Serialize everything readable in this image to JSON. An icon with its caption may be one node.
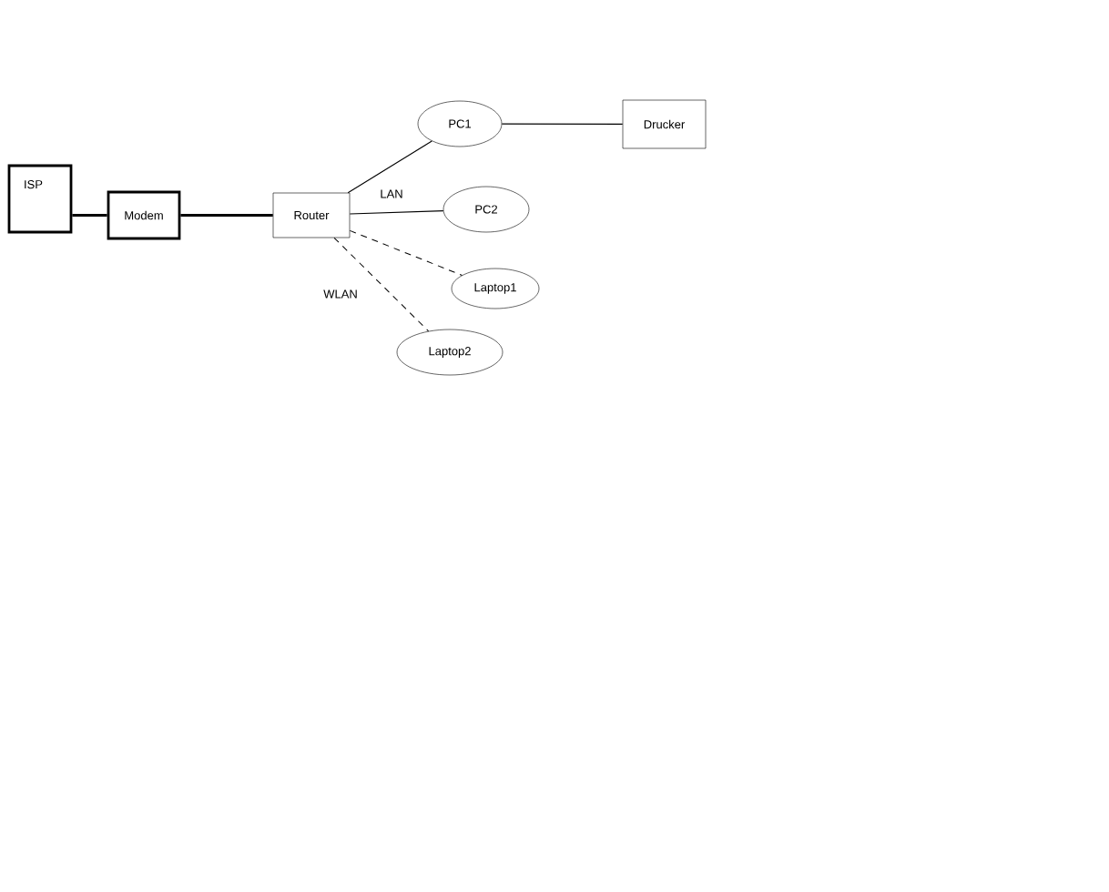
{
  "diagram": {
    "nodes": [
      {
        "text": [
          "ISP"
        ]
      },
      {
        "text": [
          "Modem"
        ]
      },
      {
        "text": [
          "Router"
        ]
      },
      {
        "text": [
          "PC1"
        ]
      },
      {
        "text": [
          "Drucker"
        ]
      },
      {
        "text": [
          "PC2"
        ]
      },
      {
        "text": [
          "Laptop1"
        ]
      },
      {
        "text": [
          "Laptop2"
        ]
      }
    ],
    "edges": [
      {
        "from": 0,
        "to": 1,
        "arrow": "none",
        "style": "thick"
      },
      {
        "from": 1,
        "to": 2,
        "arrow": "none",
        "style": "thick"
      },
      {
        "from": 2,
        "to": 3,
        "arrow": "none"
      },
      {
        "from": 3,
        "to": 4,
        "arrow": "none"
      },
      {
        "from": 2,
        "to": 5,
        "arrow": "none"
      },
      {
        "from": 2,
        "to": 6,
        "arrow": "none",
        "style": "dashed"
      },
      {
        "from": 2,
        "to": 7,
        "arrow": "none",
        "style": "dashed"
      }
    ],
    "labels": [
      "LAN",
      "WLAN"
    ]
  }
}
